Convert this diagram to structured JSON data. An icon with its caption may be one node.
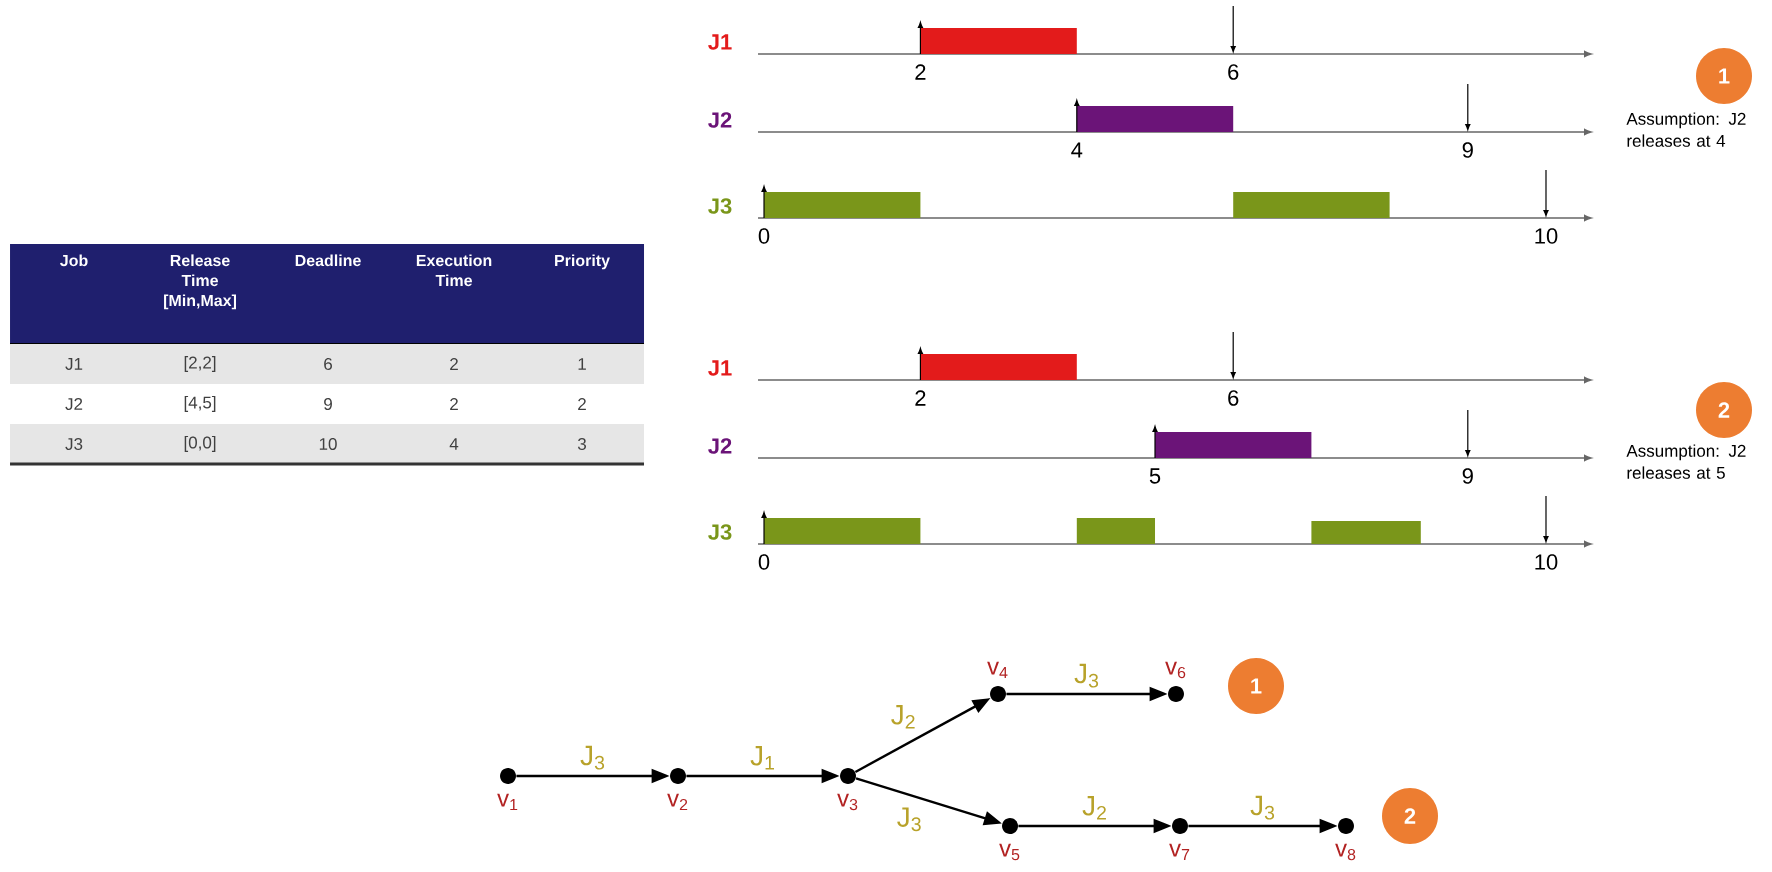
{
  "diagram": {
    "nodes": [
      {
        "text": [
          "1"
        ]
      },
      {
        "text": [
          "2"
        ]
      },
      {
        "text": [
          "v$_{1}$"
        ]
      },
      {
        "text": [
          "v$_{2}$"
        ]
      },
      {
        "text": [
          "v$_{3}$"
        ]
      },
      {
        "text": [
          "v$_{4}$"
        ]
      },
      {
        "text": [
          "v$_{5}$"
        ]
      },
      {
        "text": [
          "v$_{6}$"
        ]
      },
      {
        "text": [
          "v$_{7}$"
        ]
      },
      {
        "text": [
          "v$_{8}$"
        ]
      },
      {
        "text": [
          "1"
        ]
      },
      {
        "text": [
          "2"
        ]
      }
    ],
    "edges": [
      {
        "from": 2,
        "to": 3,
        "arrow": "to",
        "label": "J$_{3}$"
      },
      {
        "from": 3,
        "to": 4,
        "arrow": "to",
        "label": "J$_{1}$"
      },
      {
        "from": 4,
        "to": 5,
        "arrow": "to",
        "label": "J$_{2}$"
      },
      {
        "from": 5,
        "to": 7,
        "arrow": "to",
        "label": "J$_{3}$"
      },
      {
        "from": 4,
        "to": 6,
        "arrow": "to",
        "label": "J$_{3}$"
      },
      {
        "from": 6,
        "to": 8,
        "arrow": "to",
        "label": "J$_{2}$"
      },
      {
        "from": 8,
        "to": 9,
        "arrow": "to",
        "label": "J$_{3}$"
      }
    ],
    "labels": [
      "J1",
      "2",
      "6",
      "J2",
      "4",
      "9",
      "J3",
      "0",
      "10",
      "Assumption: J2 releases at 4",
      "Job",
      "Release Time [Min,Max]",
      "Deadline",
      "Execution Time",
      "Priority",
      "J1",
      "[2,2]",
      "6",
      "2",
      "1",
      "J2",
      "[4,5]",
      "9",
      "2",
      "2",
      "J3",
      "[0,0]",
      "10",
      "4",
      "3",
      "J1",
      "2",
      "6",
      "J2",
      "5",
      "9",
      "J3",
      "0",
      "10",
      "Assumption: J2 releases at 5"
    ]
  }
}
